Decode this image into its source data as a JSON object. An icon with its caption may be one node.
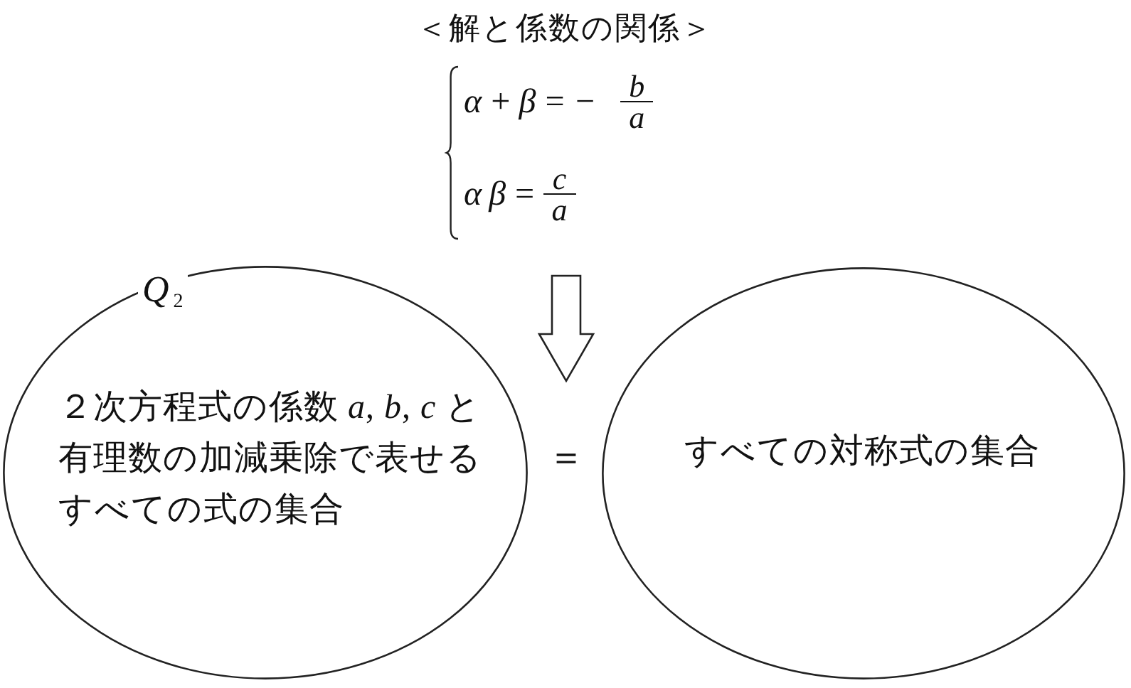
{
  "diagram": {
    "title": "＜解と係数の関係＞",
    "nodes": [
      {
        "text": [
          "α+β=−",
          "b",
          "a",
          "αβ=",
          "c",
          "a"
        ]
      },
      {
        "text": [
          "*Q*$_{2}$",
          "２次方程式の係数 *a*, *b*, *c* と有理数の加減乗除で表せるすべての式の集合"
        ]
      },
      {
        "text": [
          "＝"
        ]
      },
      {
        "text": [
          "すべての対称式の集合"
        ]
      }
    ],
    "edges": [
      {
        "from": 0,
        "to": 2,
        "arrow": "to"
      }
    ]
  }
}
